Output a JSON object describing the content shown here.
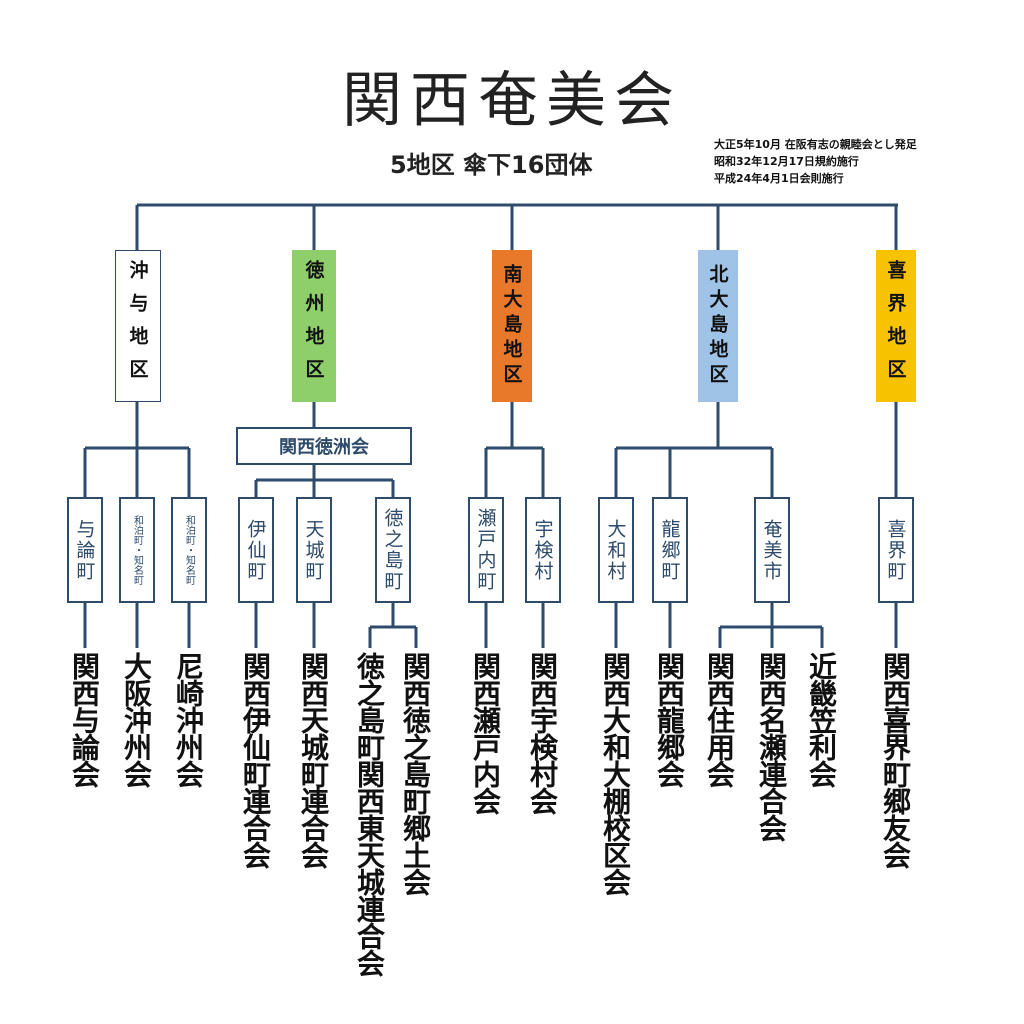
{
  "title": "関西奄美会",
  "subtitle": "5地区 傘下16団体",
  "notes": [
    "大正5年10月 在阪有志の親睦会とし発足",
    "昭和32年12月17日規約施行",
    "平成24年4月1日会則施行"
  ],
  "colors": {
    "line": "#2e4b6b",
    "okinoyoron": "#ffffff",
    "tokunoshima": "#8fcf6b",
    "minami": "#e8782a",
    "kita": "#9ec3e6",
    "kikai": "#f7c200"
  },
  "districts": [
    {
      "label": "沖与地区"
    },
    {
      "label": "徳州地区"
    },
    {
      "label": "南大島地区"
    },
    {
      "label": "北大島地区"
    },
    {
      "label": "喜界地区"
    }
  ],
  "association": "関西徳洲会",
  "municipalities": [
    "与論町",
    "和泊町・知名町",
    "和泊町・知名町",
    "伊仙町",
    "天城町",
    "徳之島町",
    "瀬戸内町",
    "宇検村",
    "大和村",
    "龍郷町",
    "奄美市",
    "喜界町"
  ],
  "clubs": [
    "関西与論会",
    "大阪沖州会",
    "尼崎沖州会",
    "関西伊仙町連合会",
    "関西天城町連合会",
    "徳之島町関西東天城連合会",
    "関西徳之島町郷土会",
    "関西瀬戸内会",
    "関西宇検村会",
    "関西大和大棚校区会",
    "関西龍郷会",
    "関西住用会",
    "関西名瀬連合会",
    "近畿笠利会",
    "関西喜界町郷友会"
  ]
}
